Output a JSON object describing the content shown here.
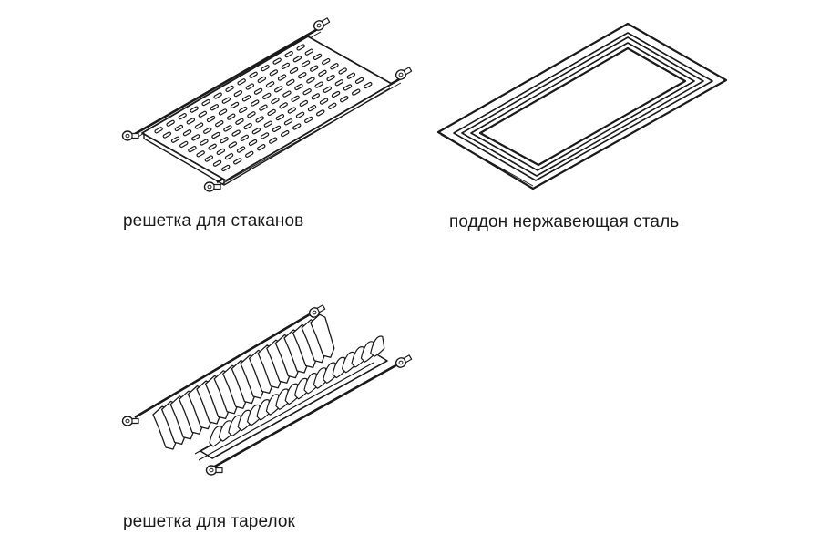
{
  "items": [
    {
      "caption": "решетка для стаканов",
      "icon": "glass-rack-illustration"
    },
    {
      "caption": "поддон нержавеющая сталь",
      "icon": "stainless-tray-illustration"
    },
    {
      "caption": "решетка для тарелок",
      "icon": "plate-rack-illustration"
    }
  ],
  "colors": {
    "stroke": "#1a1a1a",
    "background": "#ffffff"
  }
}
